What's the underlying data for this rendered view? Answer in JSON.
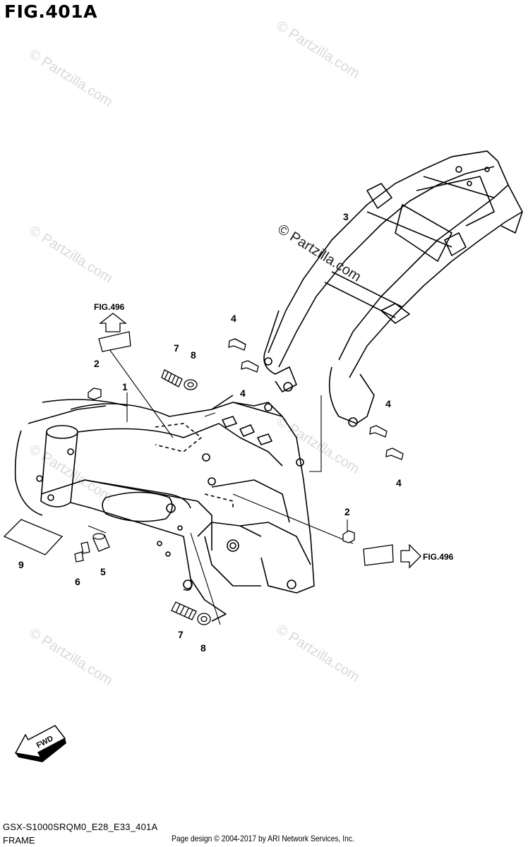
{
  "figure": {
    "title": "FIG.401A",
    "model_code": "GSX-S1000SRQM0_E28_E33_401A",
    "section_name": "FRAME",
    "copyright": "Page design © 2004-2017 by ARI Network Services, Inc."
  },
  "references": {
    "fig_ref_top": "FIG.496",
    "fig_ref_right": "FIG.496",
    "fwd_label": "FWD"
  },
  "watermark": {
    "text": "© Partzilla.com"
  },
  "callouts": [
    {
      "id": "c1",
      "label": "1"
    },
    {
      "id": "c2a",
      "label": "2"
    },
    {
      "id": "c2b",
      "label": "2"
    },
    {
      "id": "c3",
      "label": "3"
    },
    {
      "id": "c4a",
      "label": "4"
    },
    {
      "id": "c4b",
      "label": "4"
    },
    {
      "id": "c4c",
      "label": "4"
    },
    {
      "id": "c4d",
      "label": "4"
    },
    {
      "id": "c5",
      "label": "5"
    },
    {
      "id": "c6",
      "label": "6"
    },
    {
      "id": "c7a",
      "label": "7"
    },
    {
      "id": "c7b",
      "label": "7"
    },
    {
      "id": "c8a",
      "label": "8"
    },
    {
      "id": "c8b",
      "label": "8"
    },
    {
      "id": "c9",
      "label": "9"
    }
  ]
}
